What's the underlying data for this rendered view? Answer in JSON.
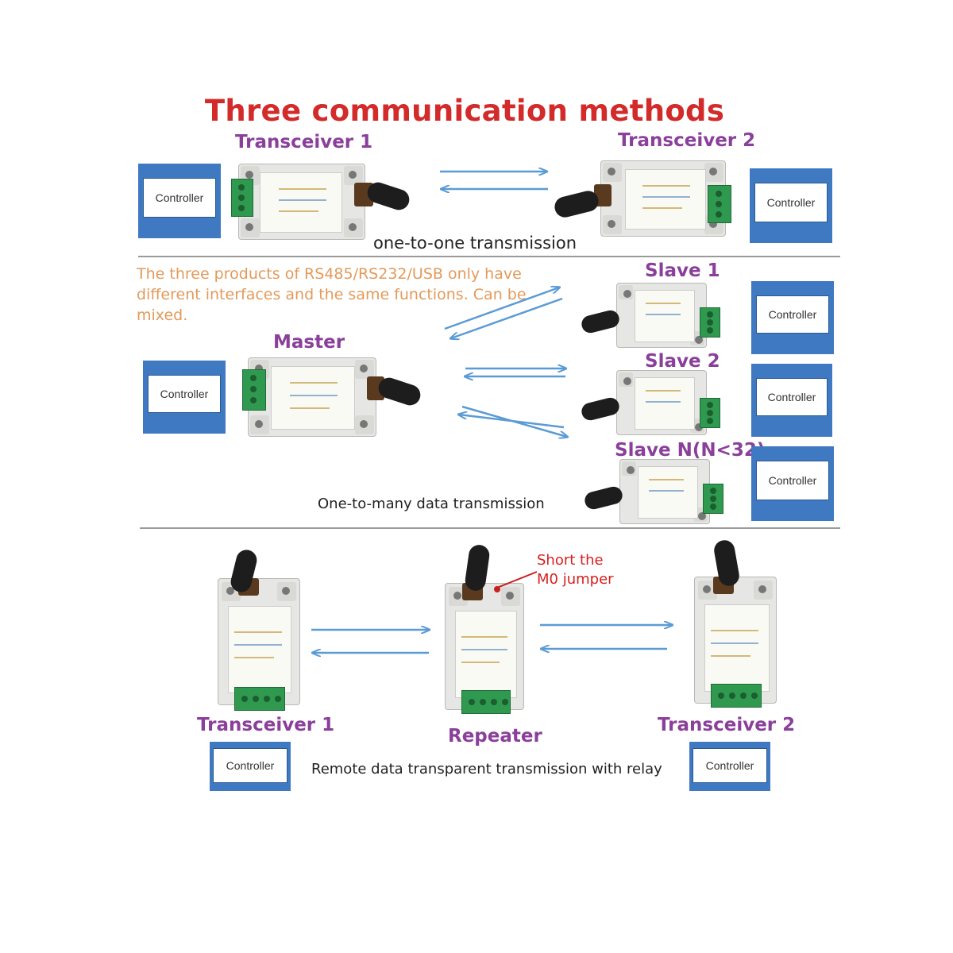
{
  "title": "Three communication methods",
  "section1": {
    "left_label": "Transceiver 1",
    "right_label": "Transceiver 2",
    "caption": "one-to-one transmission",
    "controller_label": "Controller"
  },
  "section2": {
    "note": "The three products of RS485/RS232/USB only have different interfaces and the same functions. Can be mixed.",
    "master_label": "Master",
    "slave_labels": [
      "Slave 1",
      "Slave 2",
      "Slave N(N<32)"
    ],
    "caption": "One-to-many data transmission",
    "controller_label": "Controller"
  },
  "section3": {
    "left_label": "Transceiver 1",
    "center_label": "Repeater",
    "right_label": "Transceiver 2",
    "jumper_note": "Short the\nM0 jumper",
    "caption": "Remote data transparent transmission with relay",
    "controller_label": "Controller"
  },
  "colors": {
    "title": "#d32a2a",
    "label": "#8a3f9a",
    "note": "#e39a5a",
    "controller": "#3f79c1",
    "arrow": "#5b9bd5",
    "jumper_note": "#d82020"
  }
}
